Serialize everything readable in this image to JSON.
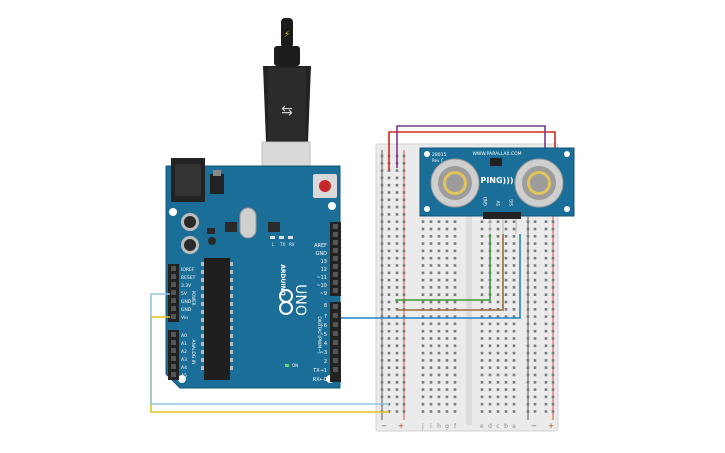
{
  "arduino": {
    "brand": "ARDUINO",
    "model": "UNO",
    "power_header_labels": [
      "IOREF",
      "RESET",
      "3.3V",
      "5V",
      "GND",
      "GND",
      "Vin"
    ],
    "analog_labels": [
      "A0",
      "A1",
      "A2",
      "A3",
      "A4",
      "A5"
    ],
    "power_section_label": "POWER",
    "analog_section_label": "ANALOG IN",
    "digital_section_label": "DIGITAL (PWM~)",
    "digital_labels": [
      "AREF",
      "GND",
      "13",
      "12",
      "~11",
      "~10",
      "~9",
      "8",
      "7",
      "~6",
      "~5",
      "4",
      "~3",
      "2",
      "TX→1",
      "RX←0"
    ],
    "led_labels": [
      "L",
      "TX",
      "RX"
    ],
    "on_label": "ON"
  },
  "sensor": {
    "name": "PING)))",
    "brand": "WWW.PARALLAX.COM",
    "part": "28015",
    "rev": "Rev C",
    "pins": [
      "GND",
      "5V",
      "SIG"
    ]
  },
  "breadboard": {
    "col_letters_left": [
      "j",
      "i",
      "h",
      "g",
      "f"
    ],
    "col_letters_right": [
      "e",
      "d",
      "c",
      "b",
      "a"
    ],
    "rail_minus": "−",
    "rail_plus": "+"
  },
  "colors": {
    "board": "#1a6e97",
    "wire_power": "#d22b1f",
    "wire_ground": "#7a3a8c",
    "wire_signal": "#1f86c4",
    "wire_green": "#3c9a3a",
    "wire_brown": "#9b6b3d",
    "wire_yellow": "#e6c21a",
    "wire_lightblue": "#8fc6e0",
    "sensor": "#1a6e97"
  }
}
